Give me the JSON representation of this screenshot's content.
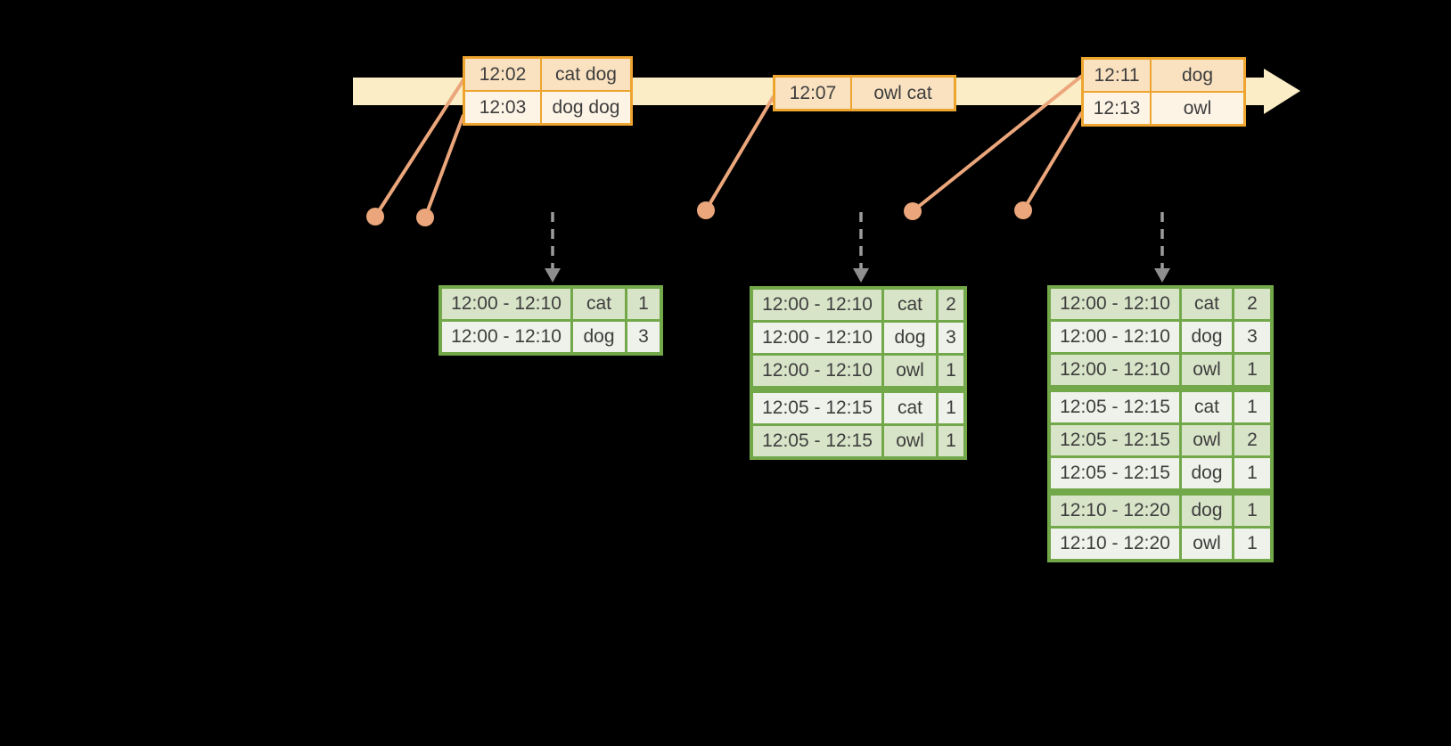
{
  "colors": {
    "background": "#000000",
    "timeline_fill": "#fbedc5",
    "orange_table_border": "#eda52f",
    "orange_row_dark": "#fae2c1",
    "orange_row_light": "#fdf4e6",
    "salmon_connector": "#eba67b",
    "green_table_border": "#72a84a",
    "green_row_dark": "#d8e4c8",
    "green_row_light": "#eff2ea",
    "gray_trigger_arrow": "#9c9c9c",
    "text": "#3d3d3d"
  },
  "icons": {
    "timeline_arrowhead": "right-arrowhead",
    "event_time_dot": "filled-circle",
    "trigger_arrow": "dashed-down-arrow"
  },
  "input_tables": [
    {
      "rows": [
        {
          "time": "12:02",
          "words": "cat dog"
        },
        {
          "time": "12:03",
          "words": "dog dog"
        }
      ]
    },
    {
      "rows": [
        {
          "time": "12:07",
          "words": "owl cat"
        }
      ]
    },
    {
      "rows": [
        {
          "time": "12:11",
          "words": "dog"
        },
        {
          "time": "12:13",
          "words": "owl"
        }
      ]
    }
  ],
  "result_tables": [
    {
      "rows": [
        {
          "window": "12:00 - 12:10",
          "word": "cat",
          "count": "1"
        },
        {
          "window": "12:00 - 12:10",
          "word": "dog",
          "count": "3"
        }
      ]
    },
    {
      "rows": [
        {
          "window": "12:00 - 12:10",
          "word": "cat",
          "count": "2"
        },
        {
          "window": "12:00 - 12:10",
          "word": "dog",
          "count": "3"
        },
        {
          "window": "12:00 - 12:10",
          "word": "owl",
          "count": "1"
        },
        {
          "window": "12:05 - 12:15",
          "word": "cat",
          "count": "1"
        },
        {
          "window": "12:05 - 12:15",
          "word": "owl",
          "count": "1"
        }
      ]
    },
    {
      "rows": [
        {
          "window": "12:00 - 12:10",
          "word": "cat",
          "count": "2"
        },
        {
          "window": "12:00 - 12:10",
          "word": "dog",
          "count": "3"
        },
        {
          "window": "12:00 - 12:10",
          "word": "owl",
          "count": "1"
        },
        {
          "window": "12:05 - 12:15",
          "word": "cat",
          "count": "1"
        },
        {
          "window": "12:05 - 12:15",
          "word": "owl",
          "count": "2"
        },
        {
          "window": "12:05 - 12:15",
          "word": "dog",
          "count": "1"
        },
        {
          "window": "12:10 - 12:20",
          "word": "dog",
          "count": "1"
        },
        {
          "window": "12:10 - 12:20",
          "word": "owl",
          "count": "1"
        }
      ]
    }
  ]
}
